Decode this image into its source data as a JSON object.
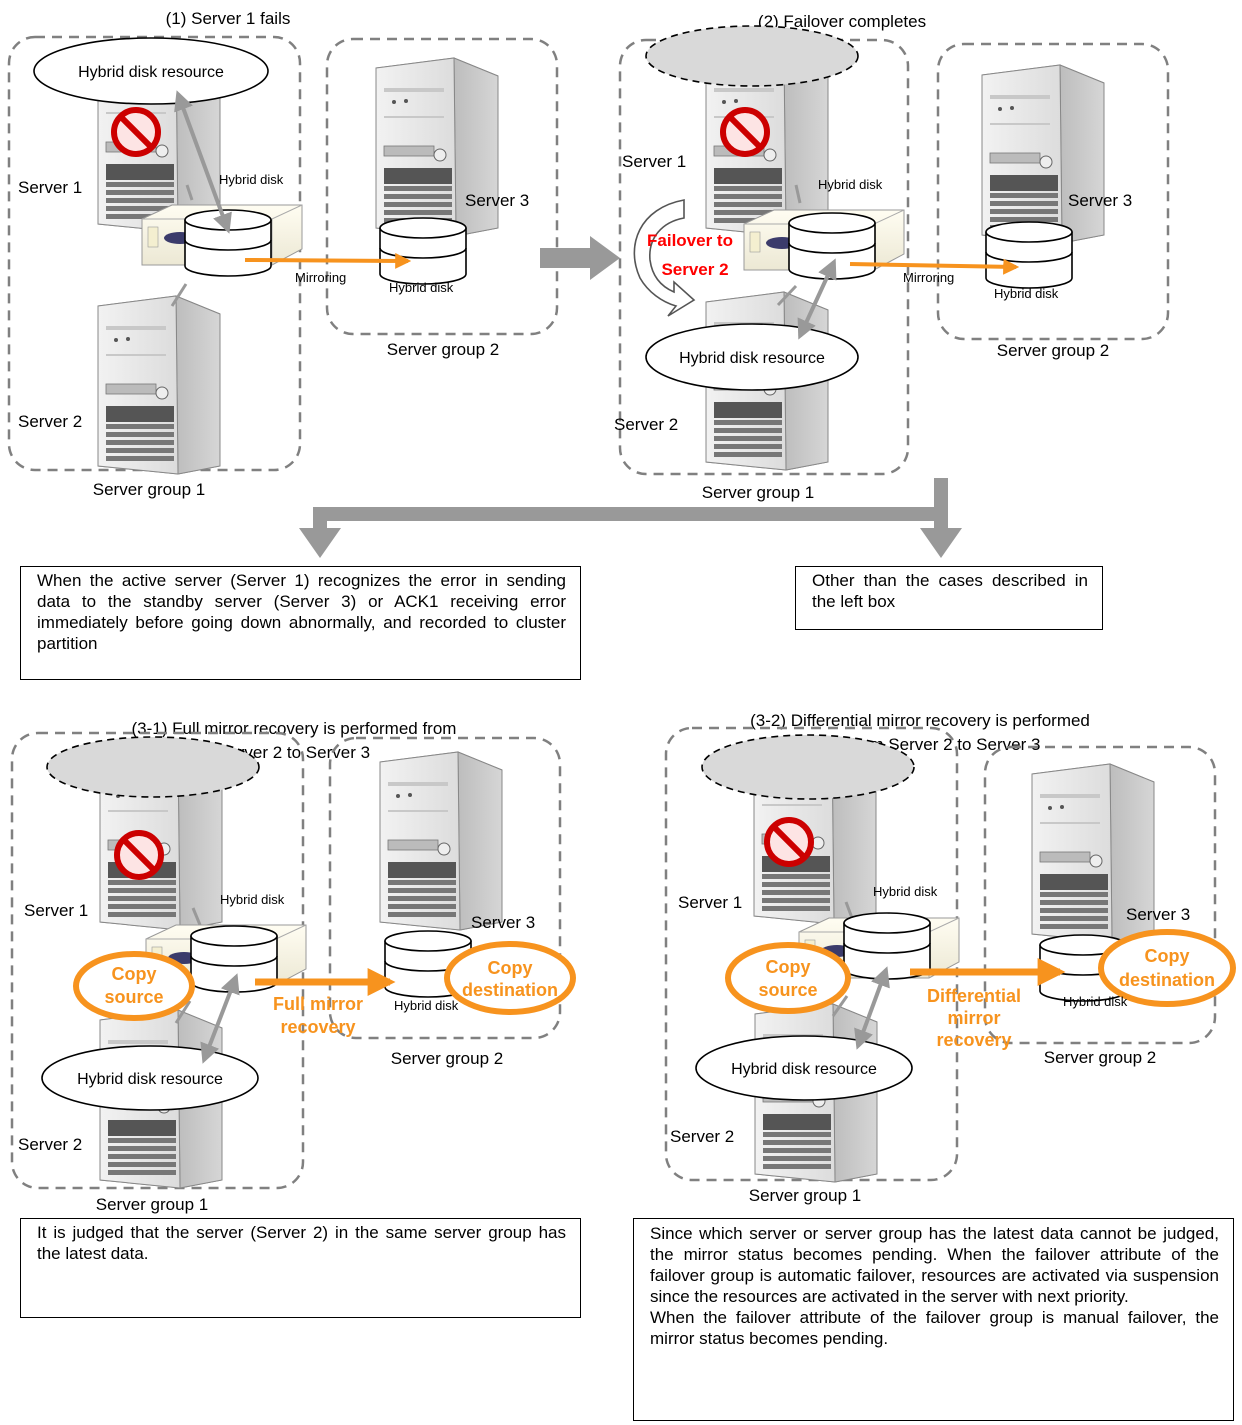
{
  "colors": {
    "accent_orange": "#F7931E",
    "failover_red": "#FF0000",
    "arrow_gray": "#999999",
    "dash_gray": "#808080"
  },
  "icons": [
    "server-tower-icon",
    "no-entry-icon",
    "hybrid-disk-icon",
    "storage-unit-icon",
    "curved-failover-arrow-icon"
  ],
  "labels": {
    "server1": "Server 1",
    "server2": "Server 2",
    "server3": "Server 3",
    "group1": "Server group 1",
    "group2": "Server group 2",
    "hybrid_disk": "Hybrid disk",
    "hybrid_disk_resource": "Hybrid disk resource",
    "mirroring": "Mirroring"
  },
  "panel1": {
    "title": "(1) Server 1 fails"
  },
  "panel2": {
    "title": "(2) Failover completes",
    "failover_line1": "Failover to",
    "failover_line2": "Server 2"
  },
  "panel31": {
    "title_line1": "(3-1) Full mirror recovery is performed from",
    "title_line2": "Server 2 to Server 3",
    "copy_source_1": "Copy",
    "copy_source_2": "source",
    "copy_dest_1": "Copy",
    "copy_dest_2": "destination",
    "recovery_1": "Full mirror",
    "recovery_2": "recovery"
  },
  "panel32": {
    "title_line1": "(3-2) Differential mirror recovery is performed",
    "title_line2": "from Server 2 to Server 3",
    "copy_source_1": "Copy",
    "copy_source_2": "source",
    "copy_dest_1": "Copy",
    "copy_dest_2": "destination",
    "recovery_1": "Differential",
    "recovery_2": "mirror",
    "recovery_3": "recovery"
  },
  "boxes": {
    "left_case": "When the active server (Server 1) recognizes the error in sending data to the standby server (Server 3) or ACK1 receiving error immediately before going down abnormally, and recorded to cluster partition",
    "right_case": "Other than the cases described in the left box",
    "result_31": "It is judged that the server (Server 2) in the same server group has the latest data.",
    "result_32_p1": "Since which server or server group has the latest data cannot be judged, the mirror status becomes pending. When the failover attribute of the failover group is automatic failover, resources are activated via suspension since the resources are activated in the server with next priority.",
    "result_32_p2": "When the failover attribute of the failover group is manual failover, the mirror status becomes pending."
  }
}
